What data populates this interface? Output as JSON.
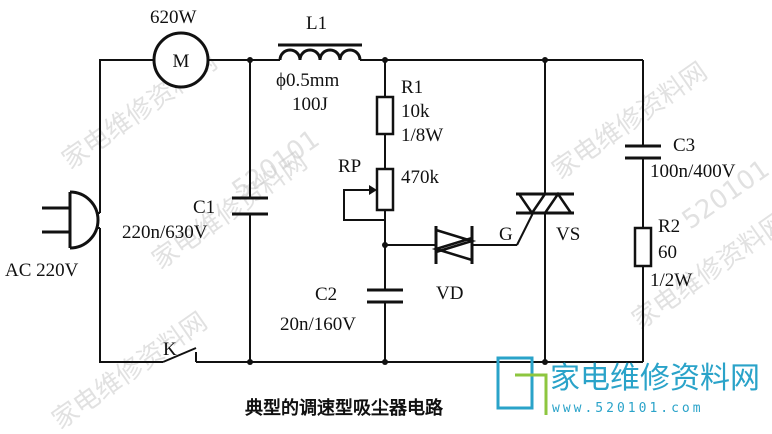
{
  "labels": {
    "motor_power": "620W",
    "motor_symbol": "M",
    "inductor_name": "L1",
    "inductor_spec1": "ϕ0.5mm",
    "inductor_spec2": "100J",
    "r1_name": "R1",
    "r1_value": "10k",
    "r1_power": "1/8W",
    "rp_name": "RP",
    "rp_value": "470k",
    "c1_name": "C1",
    "c1_value": "220n/630V",
    "c2_name": "C2",
    "c2_value": "20n/160V",
    "c3_name": "C3",
    "c3_value": "100n/400V",
    "r2_name": "R2",
    "r2_value": "60",
    "r2_power": "1/2W",
    "source": "AC 220V",
    "switch_name": "K",
    "diac_name": "VD",
    "gate_name": "G",
    "triac_name": "VS"
  },
  "caption": "典型的调速型吸尘器电路",
  "watermark": {
    "site_name": "家电维修资料网",
    "domain": "520101",
    "logo_text": "家电维修资料网",
    "logo_url": "www.520101.com"
  }
}
